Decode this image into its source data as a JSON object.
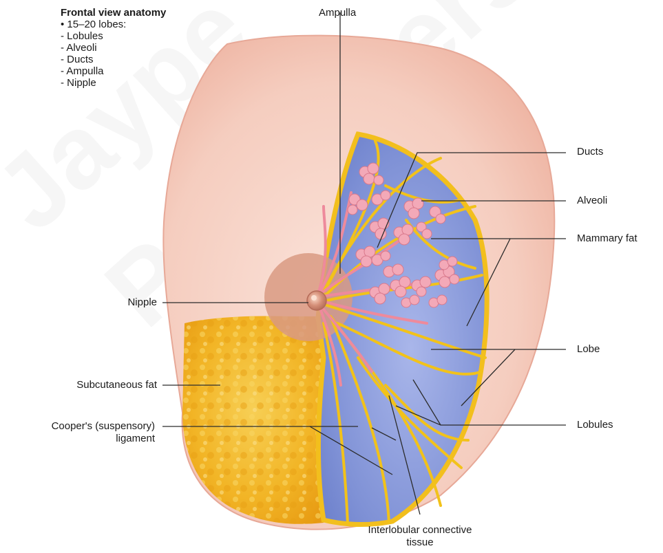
{
  "legend": {
    "title": "Frontal view anatomy",
    "items": [
      "• 15–20 lobes:",
      "- Lobules",
      "- Alveoli",
      "- Ducts",
      "- Ampulla",
      "- Nipple"
    ]
  },
  "labels": {
    "ampulla": "Ampulla",
    "ducts": "Ducts",
    "alveoli": "Alveoli",
    "mammary_fat": "Mammary fat",
    "nipple": "Nipple",
    "lobe": "Lobe",
    "subcutaneous_fat": "Subcutaneous fat",
    "coopers_line1": "Cooper's (suspensory)",
    "coopers_line2": "ligament",
    "lobules": "Lobules",
    "interlobular_line1": "Interlobular connective",
    "interlobular_line2": "tissue"
  },
  "watermark": {
    "line1": "Jaype",
    "line2": "Publishers"
  },
  "colors": {
    "skin": "#f4c9bb",
    "skin_edge": "#efb9a8",
    "areola": "#d9987f",
    "lobe_blue": "#8494d6",
    "septa": "#f2c21a",
    "alveoli": "#f0a7b6",
    "fat": "#f3b322",
    "duct": "#ef8fa0"
  }
}
